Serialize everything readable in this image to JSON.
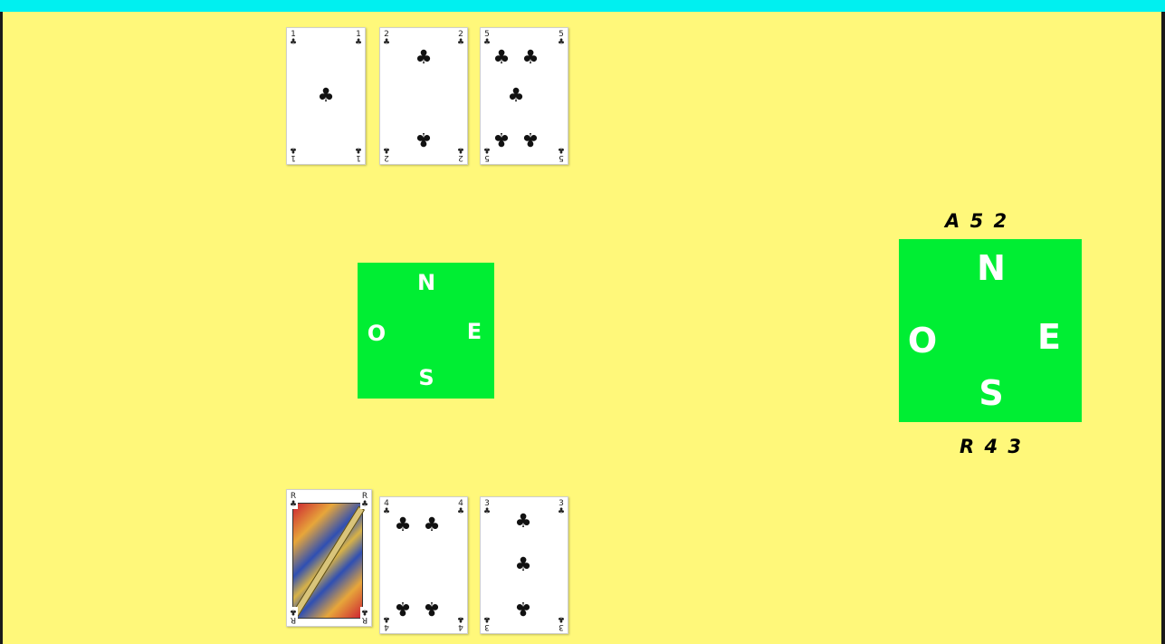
{
  "colors": {
    "table": "#fff87a",
    "topbar": "#00f0f0",
    "compass": "#00ee33",
    "compass_text": "#ffffff"
  },
  "north_hand": [
    {
      "rank": "1",
      "suit": "clubs",
      "suit_symbol": "♣"
    },
    {
      "rank": "2",
      "suit": "clubs",
      "suit_symbol": "♣"
    },
    {
      "rank": "5",
      "suit": "clubs",
      "suit_symbol": "♣"
    }
  ],
  "south_hand": [
    {
      "rank": "R",
      "suit": "clubs",
      "suit_symbol": "♣"
    },
    {
      "rank": "4",
      "suit": "clubs",
      "suit_symbol": "♣"
    },
    {
      "rank": "3",
      "suit": "clubs",
      "suit_symbol": "♣"
    }
  ],
  "center_compass": {
    "north": "N",
    "west": "O",
    "east": "E",
    "south": "S"
  },
  "side_compass": {
    "north": "N",
    "west": "O",
    "east": "E",
    "south": "S"
  },
  "north_summary": "A 5 2",
  "south_summary": "R 4 3"
}
